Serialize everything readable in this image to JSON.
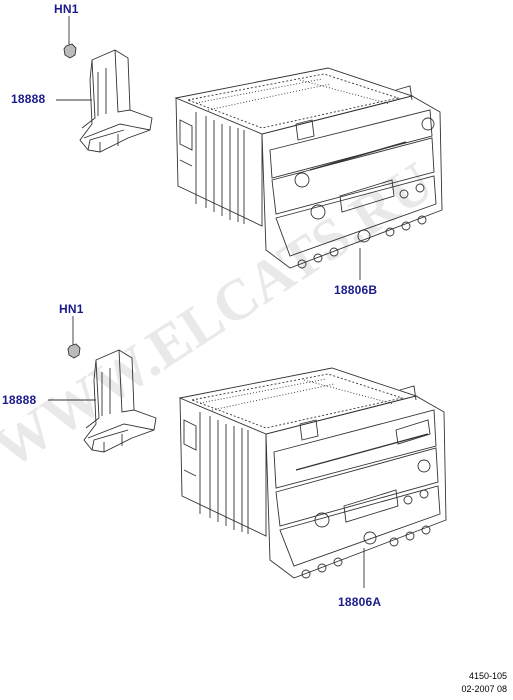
{
  "callouts": {
    "top_clip": "HN1",
    "top_bracket": "18888",
    "top_unit": "18806B",
    "bottom_clip": "HN1",
    "bottom_bracket": "18888",
    "bottom_unit": "18806A"
  },
  "footer": {
    "illustration_id": "4150-105",
    "date_code": "02-2007 08"
  },
  "watermark": {
    "text": "WWW.ELCATS.RU"
  },
  "colors": {
    "callout_text": "#1a1a8c",
    "line_art": "#333333",
    "watermark": "#e9e9e9"
  }
}
